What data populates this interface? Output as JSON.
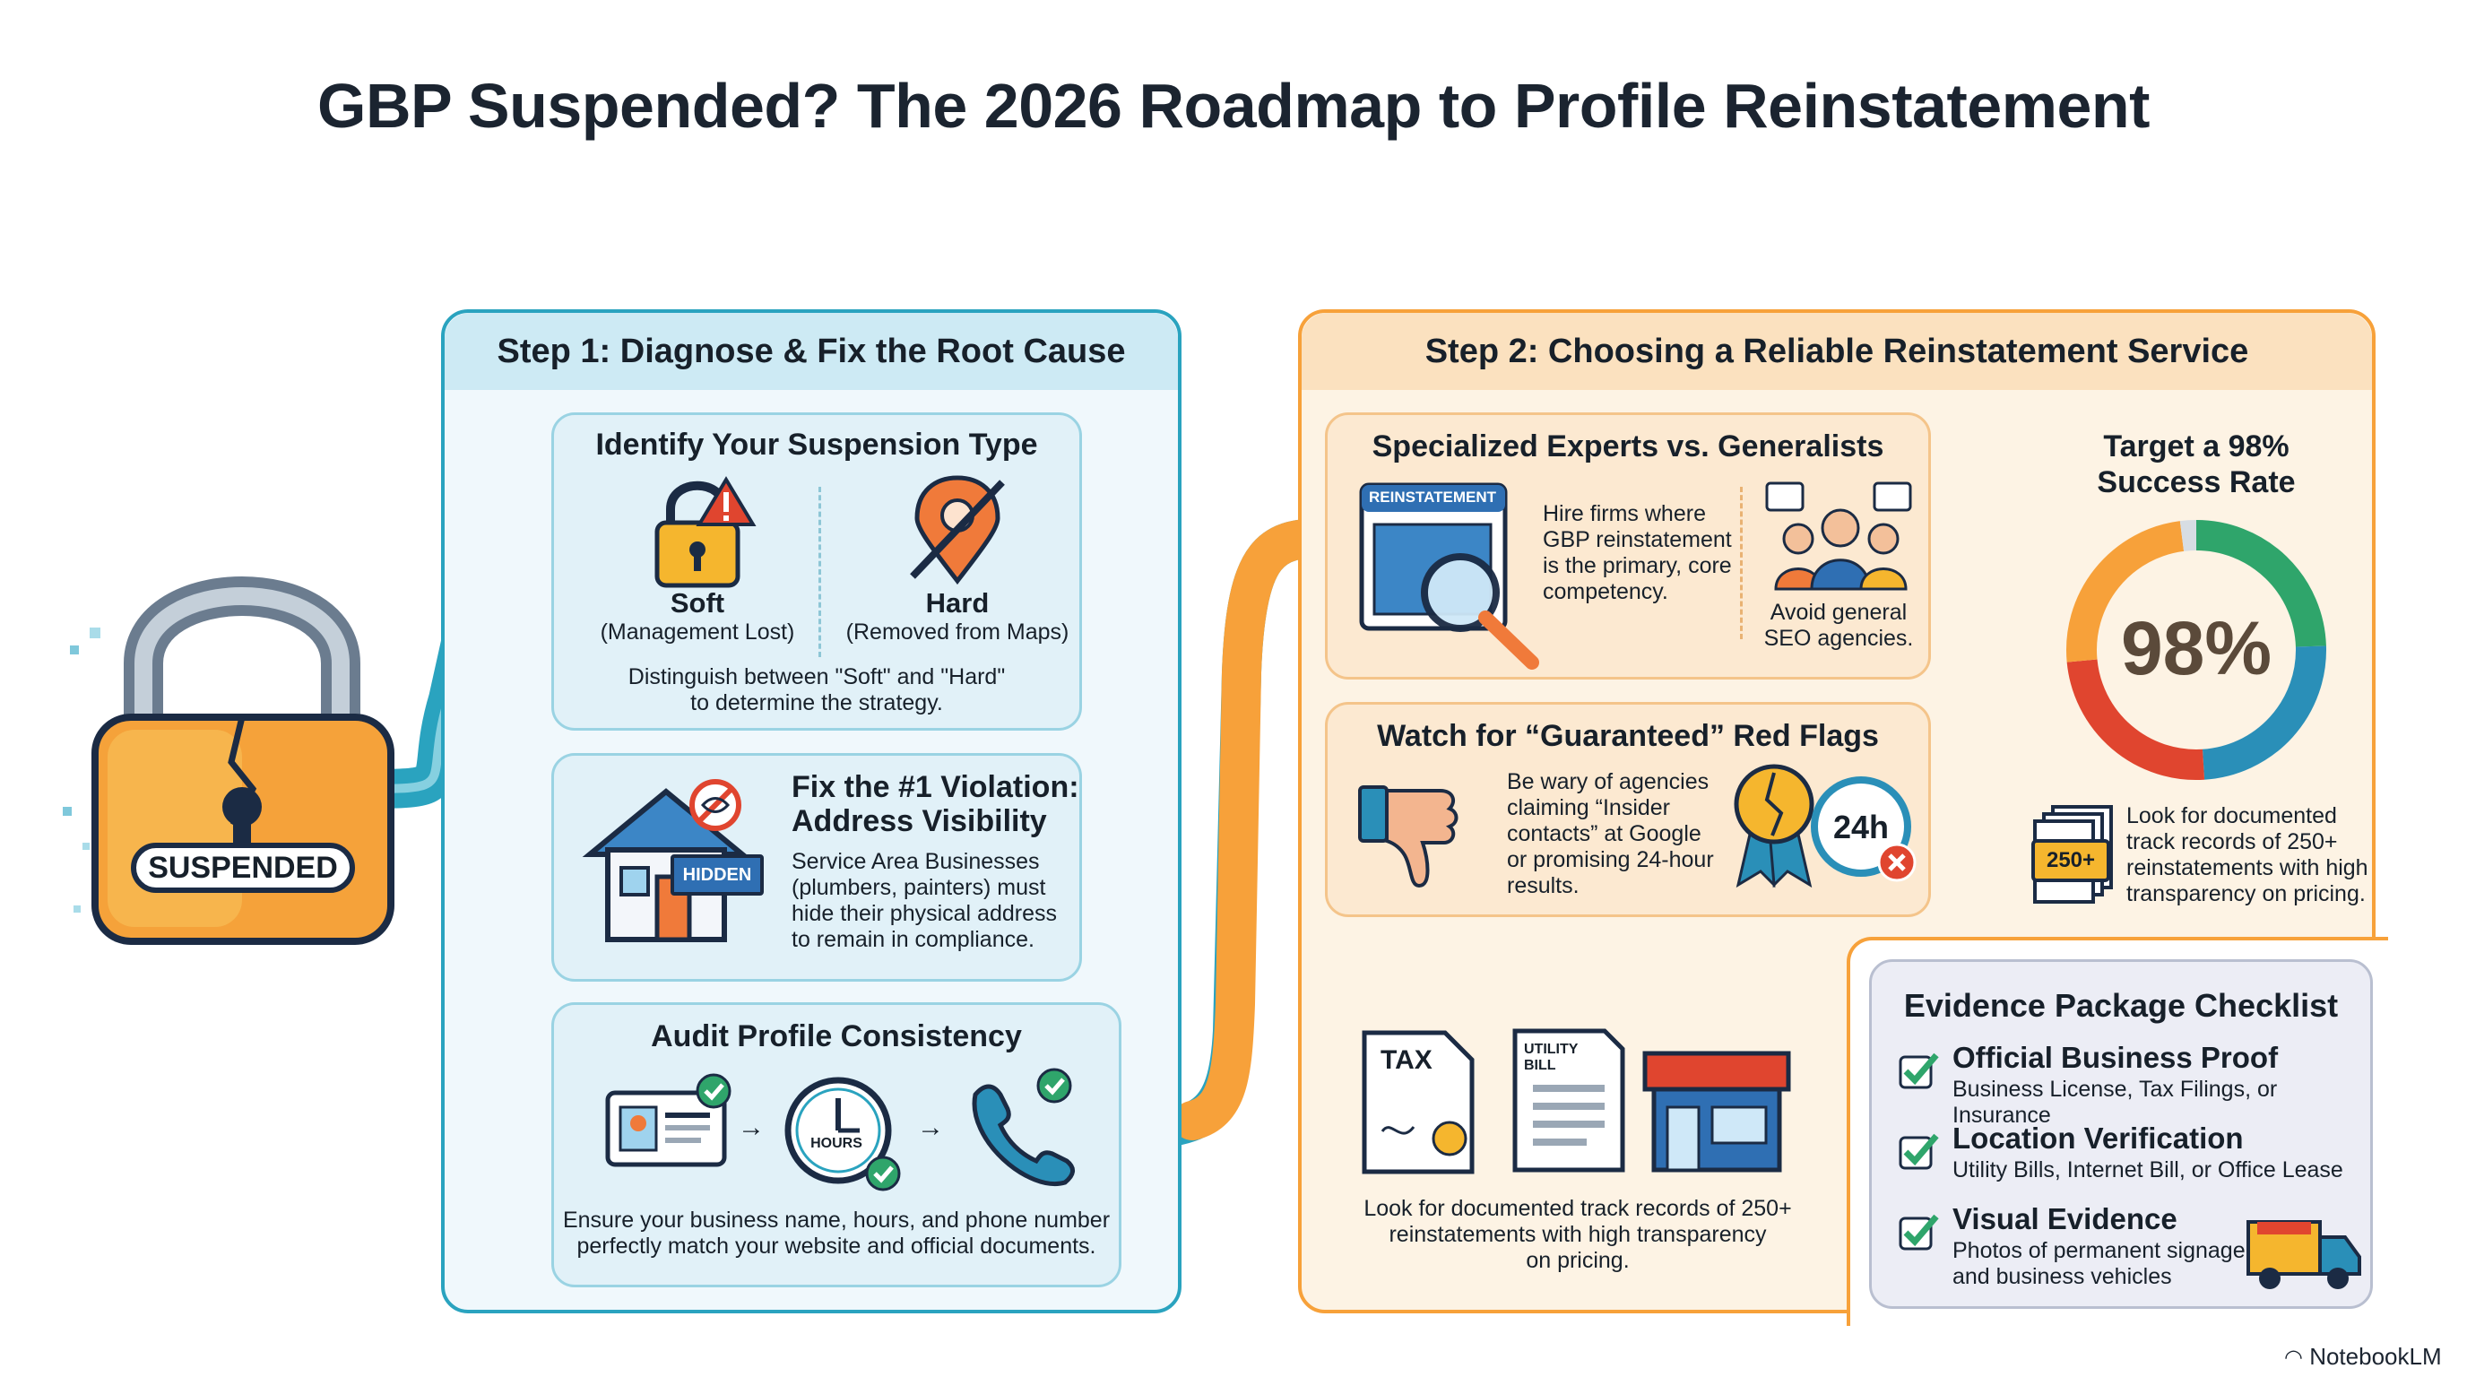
{
  "title": "GBP Suspended? The 2026 Roadmap to Profile Reinstatement",
  "lock": {
    "badge": "SUSPENDED"
  },
  "step1": {
    "header": "Step 1: Diagnose & Fix the Root Cause",
    "identify": {
      "title": "Identify Your Suspension Type",
      "soft_label": "Soft",
      "soft_sub": "(Management Lost)",
      "hard_label": "Hard",
      "hard_sub": "(Removed from Maps)",
      "desc_line1": "Distinguish between \"Soft\" and \"Hard\"",
      "desc_line2": "to determine the strategy."
    },
    "fix": {
      "title_line1": "Fix the #1 Violation:",
      "title_line2": "Address Visibility",
      "sign": "HIDDEN",
      "desc_lines": [
        "Service Area Businesses",
        "(plumbers, painters) must",
        "hide their physical address",
        "to remain in compliance."
      ]
    },
    "audit": {
      "title": "Audit Profile Consistency",
      "clock_label": "HOURS",
      "desc_line1": "Ensure your business name, hours, and phone number",
      "desc_line2": "perfectly match your website and official documents."
    }
  },
  "step2": {
    "header": "Step 2: Choosing a Reliable Reinstatement Service",
    "experts": {
      "title": "Specialized Experts vs. Generalists",
      "browser_label": "REINSTATEMENT",
      "desc_lines": [
        "Hire firms where",
        "GBP reinstatement",
        "is the primary, core",
        "competency."
      ],
      "side_lines": [
        "Avoid general",
        "SEO agencies."
      ]
    },
    "redflags": {
      "title": "Watch for “Guaranteed” Red Flags",
      "desc_lines": [
        "Be wary of agencies",
        "claiming “Insider",
        "contacts” at Google",
        "or promising 24-hour",
        "results."
      ],
      "timer": "24h"
    },
    "docs": {
      "tax_label": "TAX",
      "utility_label_line1": "UTILITY",
      "utility_label_line2": "BILL",
      "desc_lines": [
        "Look for documented track records of 250+",
        "reinstatements with high transparency",
        "on pricing."
      ]
    },
    "success": {
      "title_line1": "Target a 98%",
      "title_line2": "Success Rate",
      "value": "98%",
      "badge": "250+",
      "desc_lines": [
        "Look for documented",
        "track records of 250+",
        "reinstatements with high",
        "transparency on pricing."
      ]
    }
  },
  "checklist": {
    "title": "Evidence Package Checklist",
    "items": [
      {
        "title": "Official Business Proof",
        "sub": "Business License, Tax Filings, or Insurance"
      },
      {
        "title": "Location Verification",
        "sub": "Utility Bills, Internet Bill, or Office Lease"
      },
      {
        "title": "Visual Evidence",
        "sub_line1": "Photos of permanent signage",
        "sub_line2": "and business vehicles"
      }
    ]
  },
  "footer": {
    "brand": "NotebookLM"
  },
  "colors": {
    "teal": "#2aa3bf",
    "teal_light": "#eaf6fb",
    "teal_head": "#cdeaf4",
    "orange": "#f7a13a",
    "orange_light": "#fdf3e4",
    "orange_head": "#fbe1bf",
    "navy": "#1b2b44",
    "green_check": "#2fa56b",
    "red": "#e0452f"
  },
  "chart_data": {
    "type": "pie",
    "values": [
      98,
      2
    ],
    "title": "Target a 98% Success Rate"
  }
}
